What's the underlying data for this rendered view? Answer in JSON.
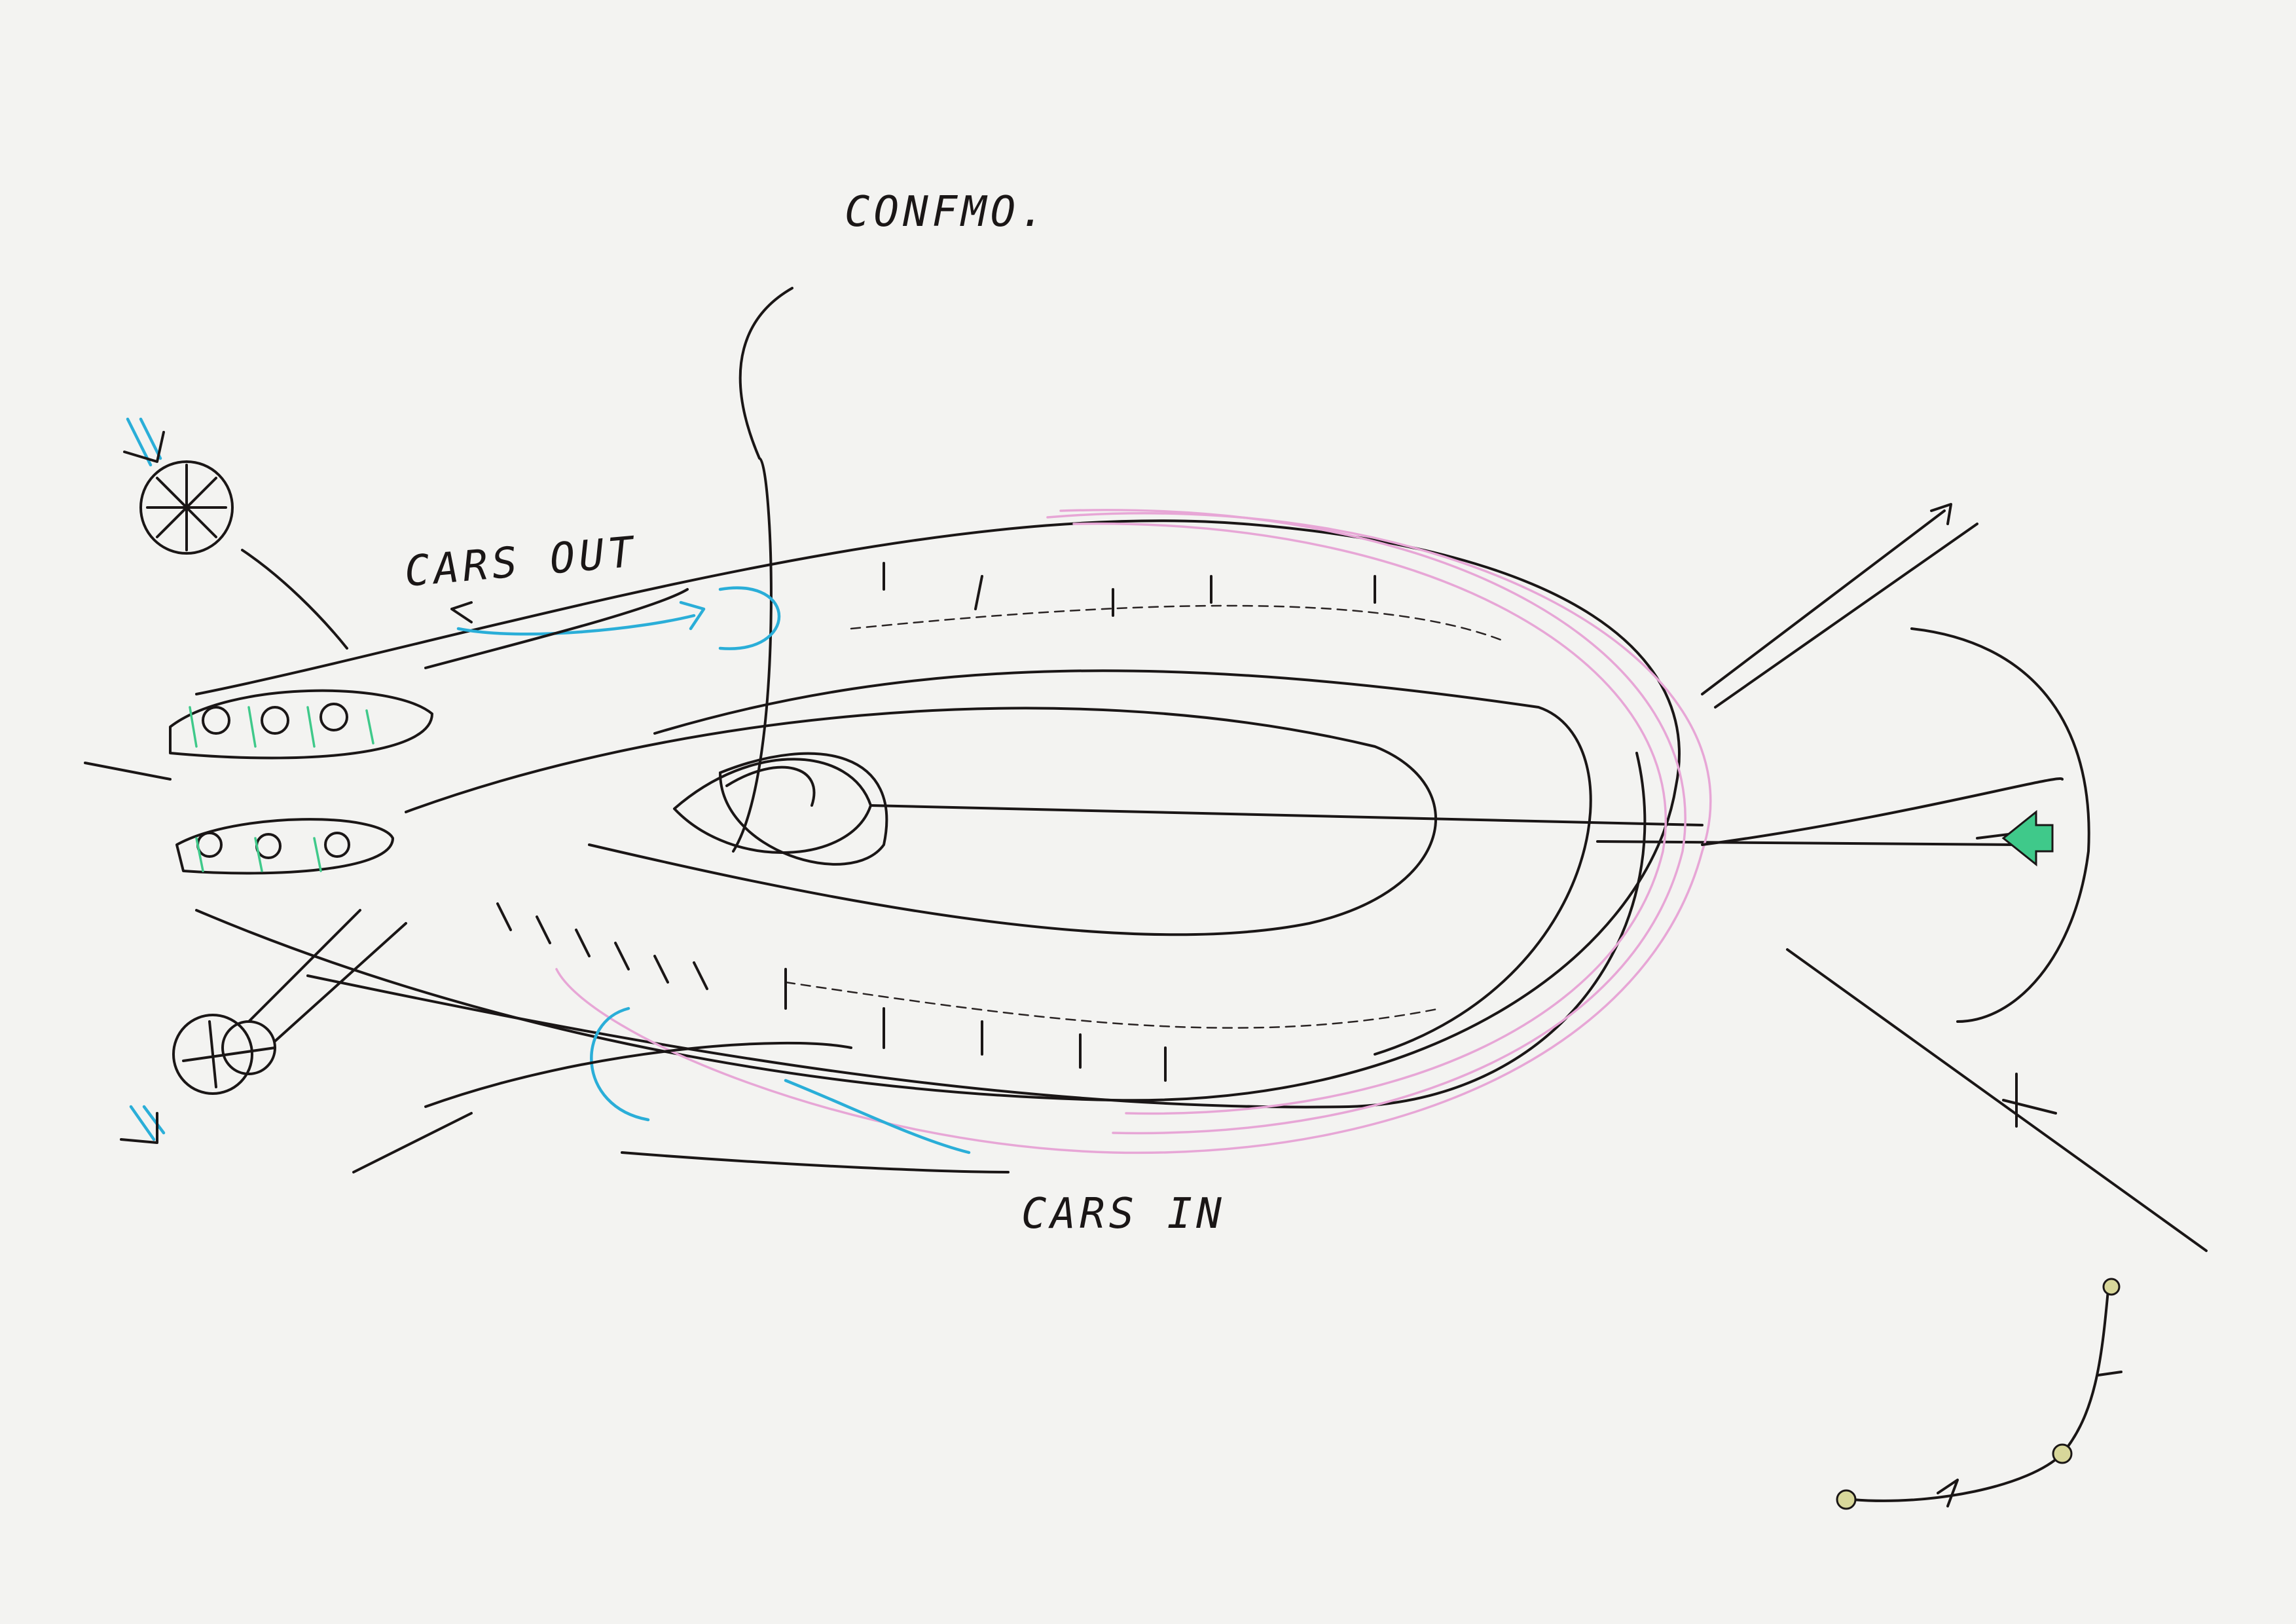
{
  "annotations": {
    "top_label": "CONFMO.",
    "cars_out": "CARS OUT",
    "cars_in": "CARS IN"
  },
  "colors": {
    "paper": "#f3f3f1",
    "ink": "#1a1616",
    "pink": "#e7a6d6",
    "blue": "#2aaed8",
    "green": "#3fc98a",
    "marker_yellow": "#d8d79a"
  }
}
